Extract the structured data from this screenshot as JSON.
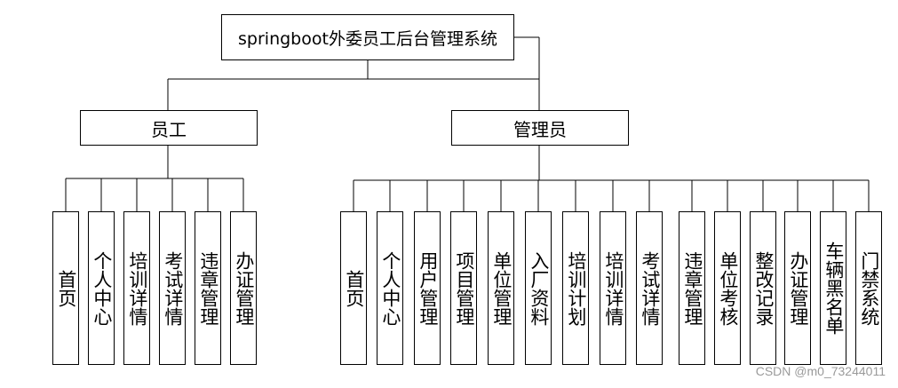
{
  "root": "springboot外委员工后台管理系统",
  "groups": [
    {
      "label": "员工",
      "children": [
        "首页",
        "个人中心",
        "培训详情",
        "考试详情",
        "违章管理",
        "办证管理"
      ]
    },
    {
      "label": "管理员",
      "children": [
        "首页",
        "个人中心",
        "用户管理",
        "项目管理",
        "单位管理",
        "入厂资料",
        "培训计划",
        "培训详情",
        "考试详情",
        "违章管理",
        "单位考核",
        "整改记录",
        "办证管理",
        "车辆黑名单",
        "门禁系统"
      ]
    }
  ],
  "watermark": "CSDN @m0_73244011"
}
